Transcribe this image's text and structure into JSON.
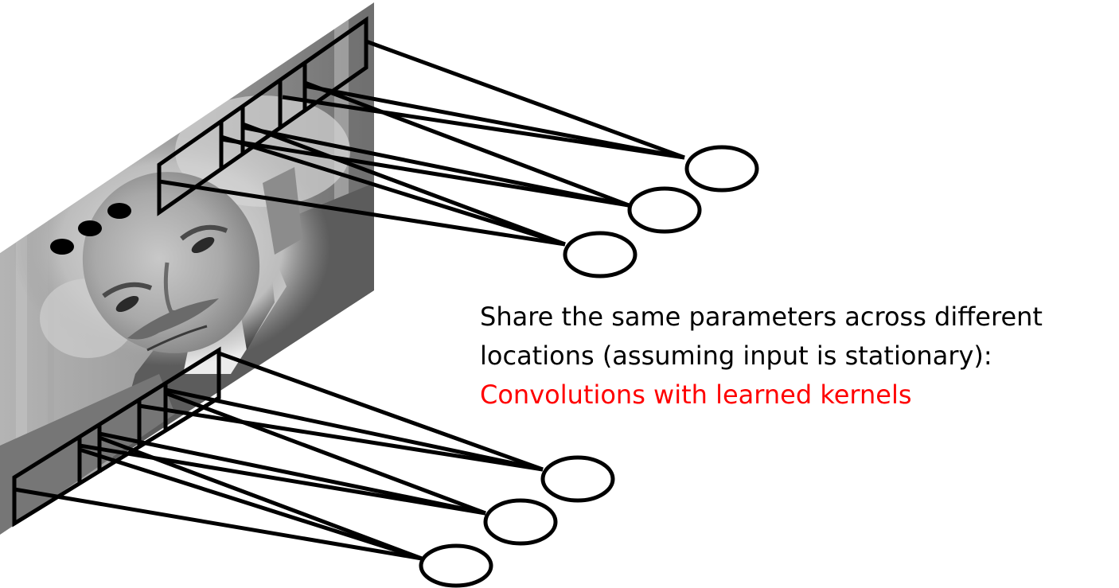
{
  "caption": {
    "line1": "Share the same parameters across different",
    "line2": "locations (assuming input is stationary):",
    "line3": "Convolutions with learned kernels"
  },
  "colors": {
    "text": "#000000",
    "highlight": "#ff0000",
    "stroke": "#000000",
    "image_tone": "#8a8a8a"
  },
  "figure": {
    "input_image": "grayscale-portrait-photo",
    "ellipsis": "three-dots",
    "upper_group_output_units": 3,
    "lower_group_output_units": 3
  }
}
